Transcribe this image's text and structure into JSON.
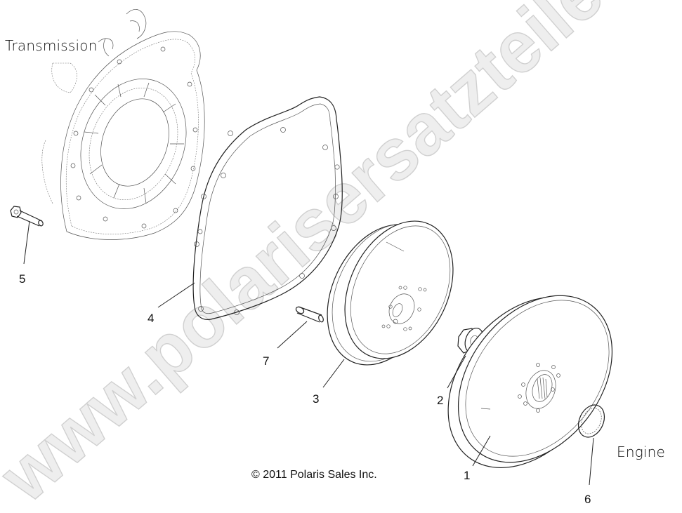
{
  "diagram": {
    "section_labels": {
      "transmission": "Transmission",
      "engine": "Engine"
    },
    "copyright": "© 2011 Polaris Sales Inc.",
    "watermark": "www.polarisersatzteile.de",
    "colors": {
      "line": "#222222",
      "background": "#ffffff",
      "watermark_fill": "#eeeeee",
      "watermark_stroke": "#d0d0d0"
    },
    "callouts": [
      {
        "number": "1",
        "part": "drive-clutch-outer-disc"
      },
      {
        "number": "2",
        "part": "nut"
      },
      {
        "number": "3",
        "part": "clutch-drum"
      },
      {
        "number": "4",
        "part": "gasket"
      },
      {
        "number": "5",
        "part": "bolt"
      },
      {
        "number": "6",
        "part": "retaining-ring"
      },
      {
        "number": "7",
        "part": "dowel-pin"
      }
    ]
  }
}
